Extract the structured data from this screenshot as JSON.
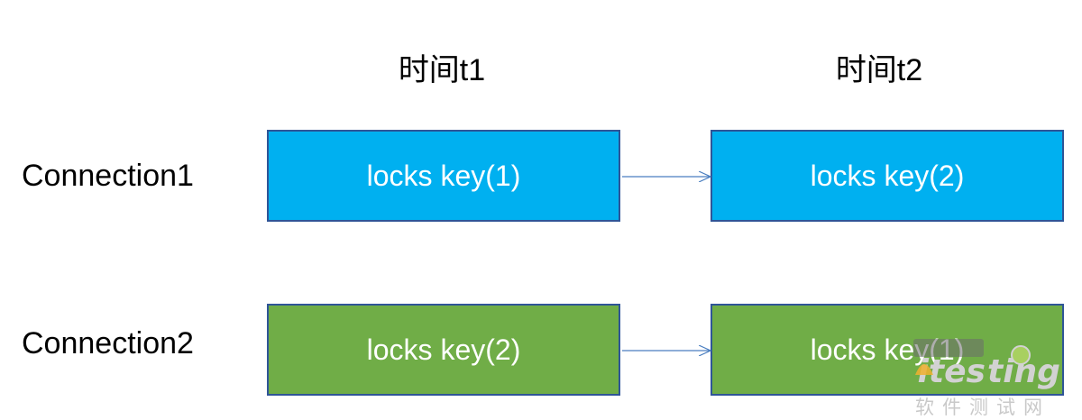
{
  "columns": [
    {
      "label": "时间t1"
    },
    {
      "label": "时间t2"
    }
  ],
  "rows": [
    {
      "label": "Connection1",
      "color": "#00b0f0",
      "cells": [
        "locks key(1)",
        "locks key(2)"
      ]
    },
    {
      "label": "Connection2",
      "color": "#70ad47",
      "cells": [
        "locks key(2)",
        "locks key(1)"
      ]
    }
  ],
  "watermark": {
    "text": "软件测试网"
  }
}
